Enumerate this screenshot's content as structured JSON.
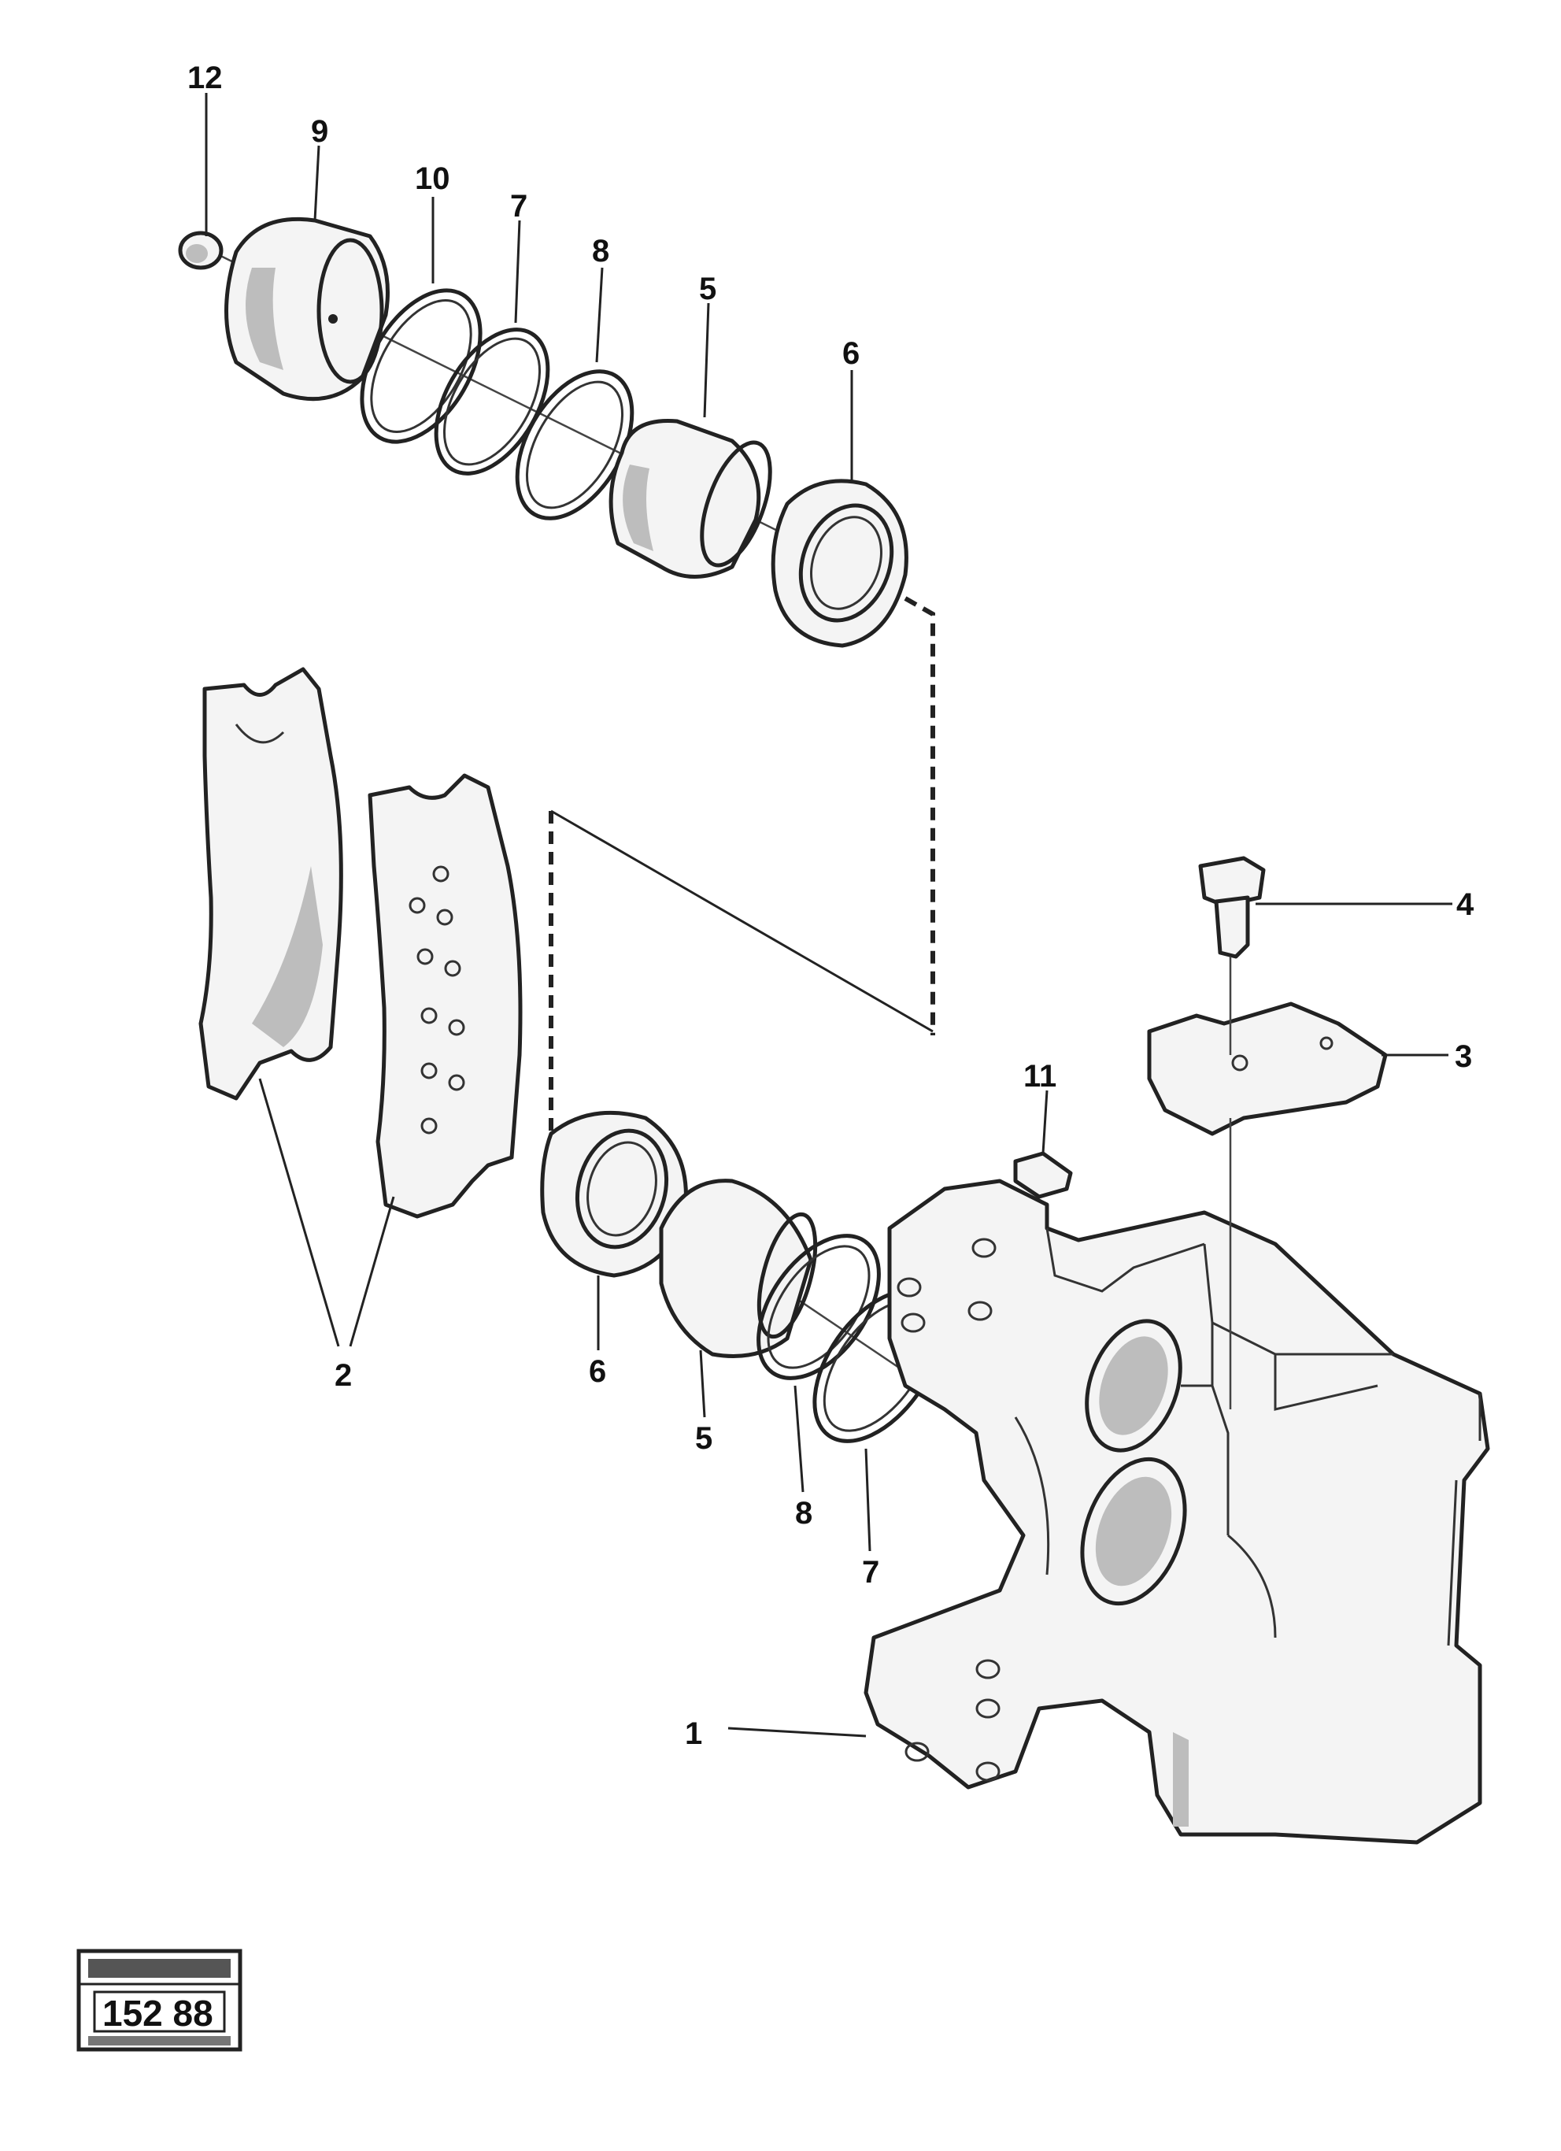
{
  "callouts": {
    "c1": "1",
    "c2": "2",
    "c3": "3",
    "c4": "4",
    "c5_top": "5",
    "c5_bottom": "5",
    "c6_top": "6",
    "c6_bottom": "6",
    "c7_top": "7",
    "c7_bottom": "7",
    "c8_top": "8",
    "c8_bottom": "8",
    "c9": "9",
    "c10": "10",
    "c11": "11",
    "c12": "12"
  },
  "stamp": {
    "number": "152 88"
  }
}
